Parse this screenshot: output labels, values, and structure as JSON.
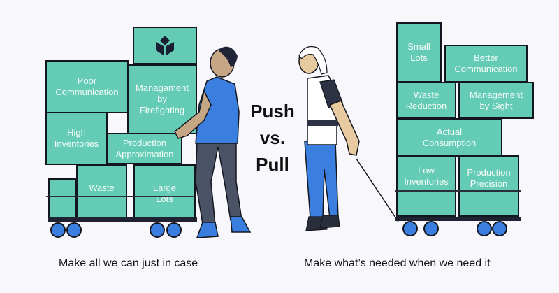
{
  "title": {
    "line1": "Push",
    "line2": "vs.",
    "line3": "Pull"
  },
  "push": {
    "caption": "Make all we can just in case",
    "boxes": {
      "logo": "logo-icon",
      "poor_communication": "Poor\nCommunication",
      "management_firefighting": "Managament\nby\nFirefighting",
      "high_inventories": "High\nInventories",
      "production_approximation": "Production\nApproximation",
      "waste": "Waste",
      "large_lots": "Large\nLots",
      "small_box": ""
    }
  },
  "pull": {
    "caption": "Make what’s needed when we need it",
    "boxes": {
      "small_lots": "Small\nLots",
      "better_communication": "Better\nCommunication",
      "waste_reduction": "Waste\nReduction",
      "management_sight": "Management\nby Sight",
      "actual_consumption": "Actual\nConsumption",
      "low_inventories": "Low\nInventories",
      "production_precision": "Production\nPrecision"
    }
  },
  "colors": {
    "box": "#64cbb4",
    "wheel": "#3a7fe0",
    "shirt": "#3a7fe0",
    "outline": "#14161f"
  }
}
